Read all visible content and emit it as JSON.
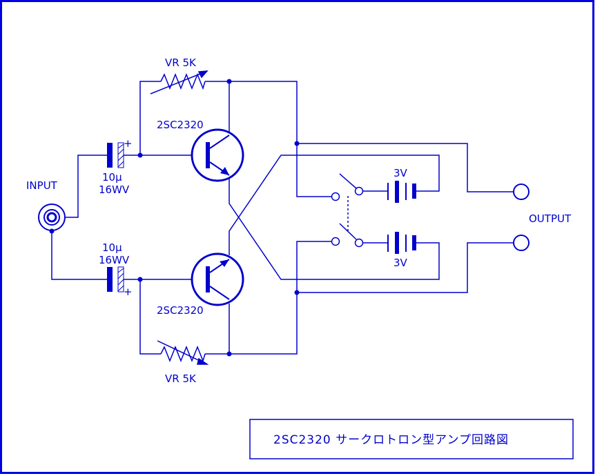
{
  "colors": {
    "ink": "#0000cc",
    "frame": "#0000e0",
    "background": "#ffffff"
  },
  "labels": {
    "input": "INPUT",
    "output": "OUTPUT",
    "vr_top": "VR 5K",
    "vr_bottom": "VR 5K",
    "transistor_top": "2SC2320",
    "transistor_bottom": "2SC2320",
    "cap_top_value": "10μ",
    "cap_top_voltage": "16WV",
    "cap_bottom_value": "10μ",
    "cap_bottom_voltage": "16WV",
    "cap_plus_top": "+",
    "cap_plus_bottom": "+",
    "battery_top": "3V",
    "battery_bottom": "3V"
  },
  "title": "2SC2320 サークロトロン型アンプ回路図"
}
